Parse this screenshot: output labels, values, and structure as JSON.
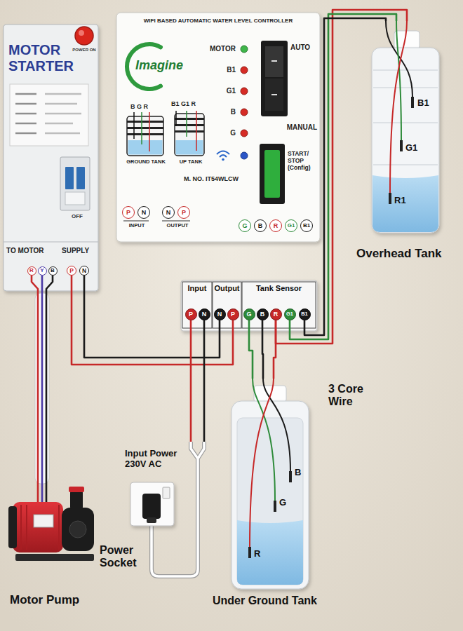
{
  "diagram": {
    "nodes": [
      {
        "text": [
          "MOTOR STARTER",
          "POWER ON",
          "OFF",
          "TO MOTOR",
          "SUPPLY"
        ]
      },
      {
        "text": [
          "R"
        ],
        "in": 0
      },
      {
        "text": [
          "Y"
        ],
        "in": 0
      },
      {
        "text": [
          "B"
        ],
        "in": 0
      },
      {
        "text": [
          "P"
        ],
        "in": 0
      },
      {
        "text": [
          "N"
        ],
        "in": 0
      },
      {
        "text": [
          "WIFI BASED AUTOMATIC WATER LEVEL CONTROLLER",
          "Imagine",
          "MOTOR",
          "B1",
          "G1",
          "B",
          "G",
          "AUTO",
          "MANUAL",
          "START/ STOP (Config)",
          "B G R",
          "B1 G1 R",
          "GROUND TANK",
          "UP TANK",
          "M. NO. IT54WLCW",
          "INPUT",
          "OUTPUT"
        ]
      },
      {
        "text": [
          "P"
        ],
        "in": 6
      },
      {
        "text": [
          "N"
        ],
        "in": 6
      },
      {
        "text": [
          "N"
        ],
        "in": 6
      },
      {
        "text": [
          "P"
        ],
        "in": 6
      },
      {
        "text": [
          "G"
        ],
        "in": 6
      },
      {
        "text": [
          "B"
        ],
        "in": 6
      },
      {
        "text": [
          "R"
        ],
        "in": 6
      },
      {
        "text": [
          "G1"
        ],
        "in": 6
      },
      {
        "text": [
          "B1"
        ],
        "in": 6
      },
      {
        "text": [
          "Input",
          "Output",
          "Tank Sensor"
        ]
      },
      {
        "text": [
          "P"
        ],
        "in": 16
      },
      {
        "text": [
          "N"
        ],
        "in": 16
      },
      {
        "text": [
          "N"
        ],
        "in": 16
      },
      {
        "text": [
          "P"
        ],
        "in": 16
      },
      {
        "text": [
          "G"
        ],
        "in": 16
      },
      {
        "text": [
          "B"
        ],
        "in": 16
      },
      {
        "text": [
          "R"
        ],
        "in": 16
      },
      {
        "text": [
          "G1"
        ],
        "in": 16
      },
      {
        "text": [
          "B1"
        ],
        "in": 16
      },
      {
        "text": [
          "B1",
          "G1",
          "R1",
          "Overhead Tank"
        ]
      },
      {
        "text": [
          "Motor Pump"
        ]
      },
      {
        "text": [
          "Input Power 230V AC",
          "Power Socket"
        ]
      },
      {
        "text": [
          "B",
          "G",
          "R",
          "Under Ground Tank"
        ]
      }
    ],
    "edges": [
      {
        "from": 1,
        "to": 27,
        "arrow": "none"
      },
      {
        "from": 2,
        "to": 27,
        "arrow": "none"
      },
      {
        "from": 3,
        "to": 27,
        "arrow": "none"
      },
      {
        "from": 4,
        "to": 20,
        "arrow": "none"
      },
      {
        "from": 5,
        "to": 19,
        "arrow": "none"
      },
      {
        "from": 17,
        "to": 28,
        "arrow": "none"
      },
      {
        "from": 18,
        "to": 28,
        "arrow": "none"
      },
      {
        "from": 21,
        "to": 29,
        "arrow": "none"
      },
      {
        "from": 22,
        "to": 29,
        "arrow": "none"
      },
      {
        "from": 23,
        "to": 29,
        "arrow": "none"
      },
      {
        "from": 23,
        "to": 26,
        "arrow": "none"
      },
      {
        "from": 24,
        "to": 26,
        "arrow": "none"
      },
      {
        "from": 25,
        "to": 26,
        "arrow": "none"
      }
    ],
    "labels": [
      "3 Core Wire"
    ]
  }
}
